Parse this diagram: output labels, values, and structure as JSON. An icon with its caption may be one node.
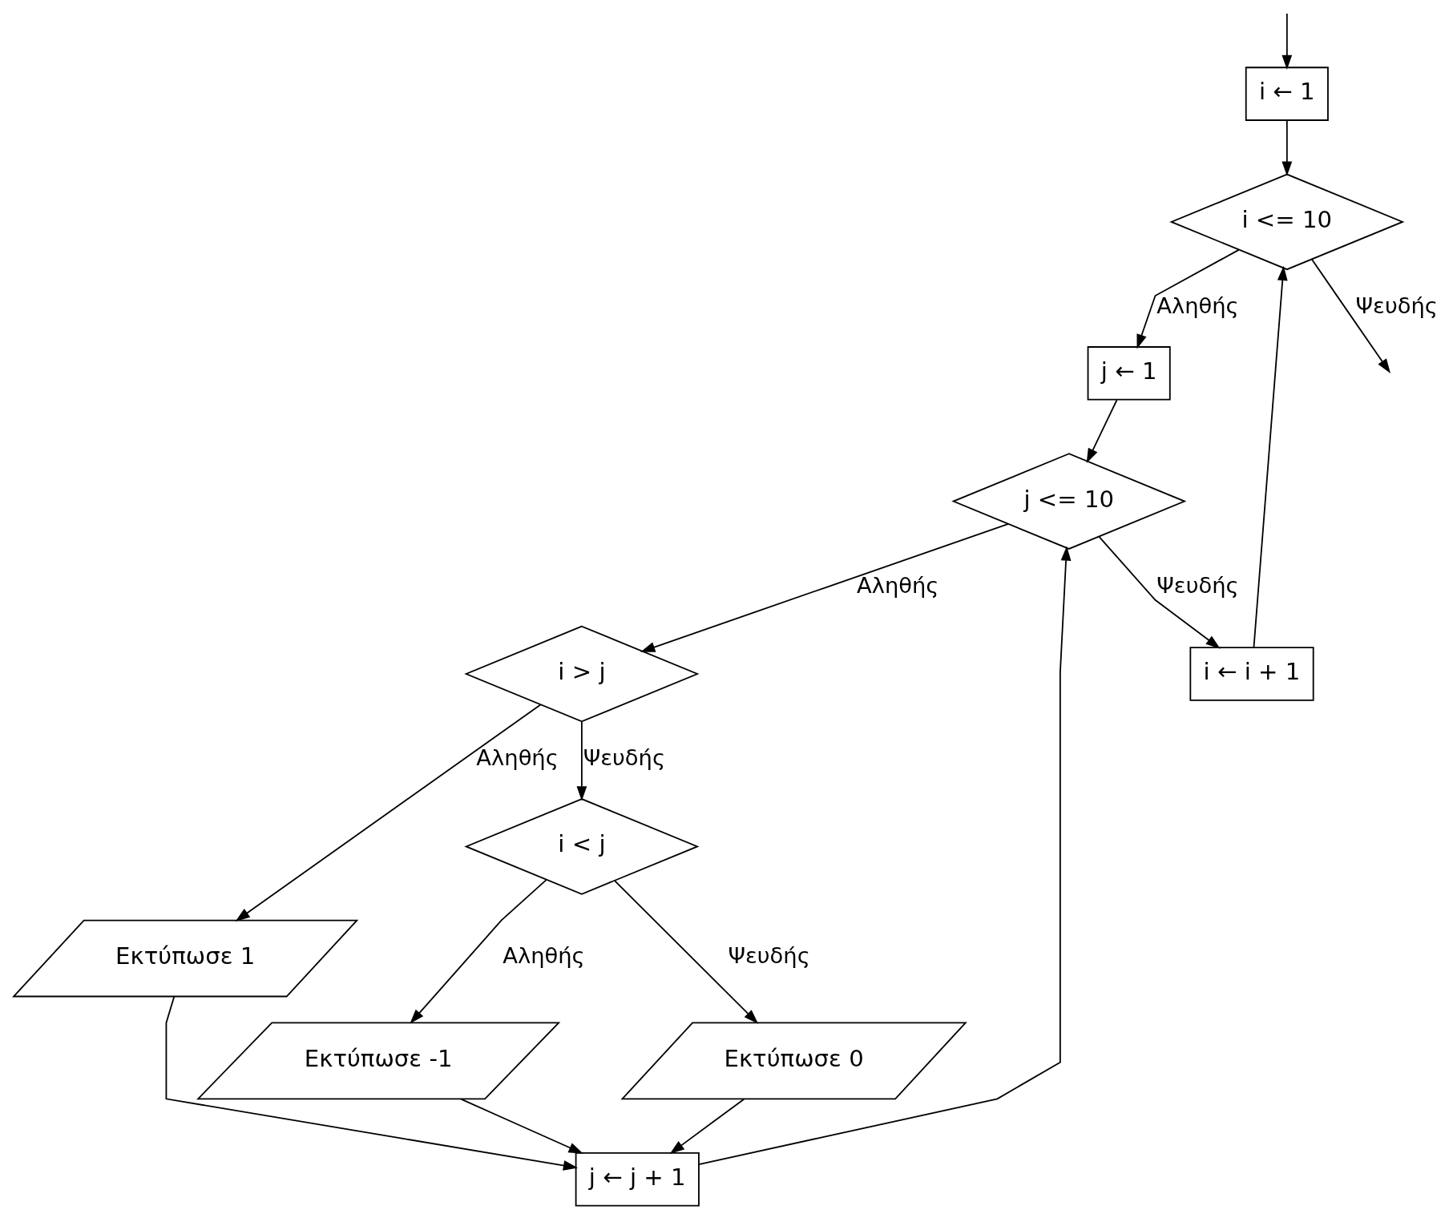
{
  "diagram": {
    "nodes": [
      {
        "text": [
          "i ← 1"
        ]
      },
      {
        "text": [
          "i <= 10"
        ]
      },
      {
        "text": [
          "j ← 1"
        ]
      },
      {
        "text": [
          "j <= 10"
        ]
      },
      {
        "text": [
          "i > j"
        ]
      },
      {
        "text": [
          "i < j"
        ]
      },
      {
        "text": [
          "Εκτύπωσε 1"
        ]
      },
      {
        "text": [
          "Εκτύπωσε -1"
        ]
      },
      {
        "text": [
          "Εκτύπωσε 0"
        ]
      },
      {
        "text": [
          "j ← j + 1"
        ]
      },
      {
        "text": [
          "i ← i + 1"
        ]
      }
    ],
    "edges": [
      {
        "from": null,
        "to": 0,
        "arrow": "to"
      },
      {
        "from": 0,
        "to": 1,
        "arrow": "to"
      },
      {
        "from": 1,
        "to": null,
        "arrow": "to",
        "label": "Ψευδής"
      },
      {
        "from": 1,
        "to": 2,
        "arrow": "to",
        "label": "Αληθής"
      },
      {
        "from": 2,
        "to": 3,
        "arrow": "to"
      },
      {
        "from": 3,
        "to": 4,
        "arrow": "to",
        "label": "Αληθής"
      },
      {
        "from": 3,
        "to": 10,
        "arrow": "to",
        "label": "Ψευδής"
      },
      {
        "from": 4,
        "to": 6,
        "arrow": "to",
        "label": "Αληθής"
      },
      {
        "from": 4,
        "to": 5,
        "arrow": "to",
        "label": "Ψευδής"
      },
      {
        "from": 5,
        "to": 7,
        "arrow": "to",
        "label": "Αληθής"
      },
      {
        "from": 5,
        "to": 8,
        "arrow": "to",
        "label": "Ψευδής"
      },
      {
        "from": 6,
        "to": 9,
        "arrow": "to"
      },
      {
        "from": 7,
        "to": 9,
        "arrow": "to"
      },
      {
        "from": 8,
        "to": 9,
        "arrow": "to"
      },
      {
        "from": 9,
        "to": 3,
        "arrow": "to"
      },
      {
        "from": 10,
        "to": 1,
        "arrow": "to"
      }
    ]
  }
}
